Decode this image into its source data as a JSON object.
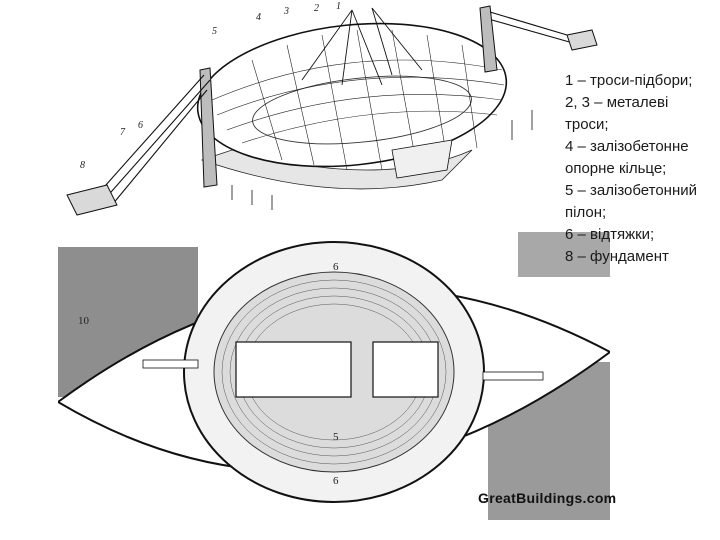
{
  "legend": {
    "lines": [
      "1 – троси-підбори;",
      "2, 3 – металеві",
      "троси;",
      "4 – залізобетонне",
      "опорне кільце;",
      "5 – залізобетонний",
      "пілон;",
      "6 – відтяжки;",
      "8 – фундамент"
    ]
  },
  "drawing_numbers": {
    "n1": "1",
    "n2": "2",
    "n3": "3",
    "n4": "4",
    "n5": "5",
    "n6": "6",
    "n7": "7",
    "n8": "8"
  },
  "plan_labels": {
    "top_section": "6",
    "bottom_section_upper": "5",
    "bottom_section_lower": "6",
    "left_zone": "10"
  },
  "watermark": "GreatBuildings.com",
  "colors": {
    "ink": "#1a1a1a",
    "gray_fill": "#8e8e8e",
    "light_gray": "#cfcfcf",
    "paper": "#ffffff"
  }
}
